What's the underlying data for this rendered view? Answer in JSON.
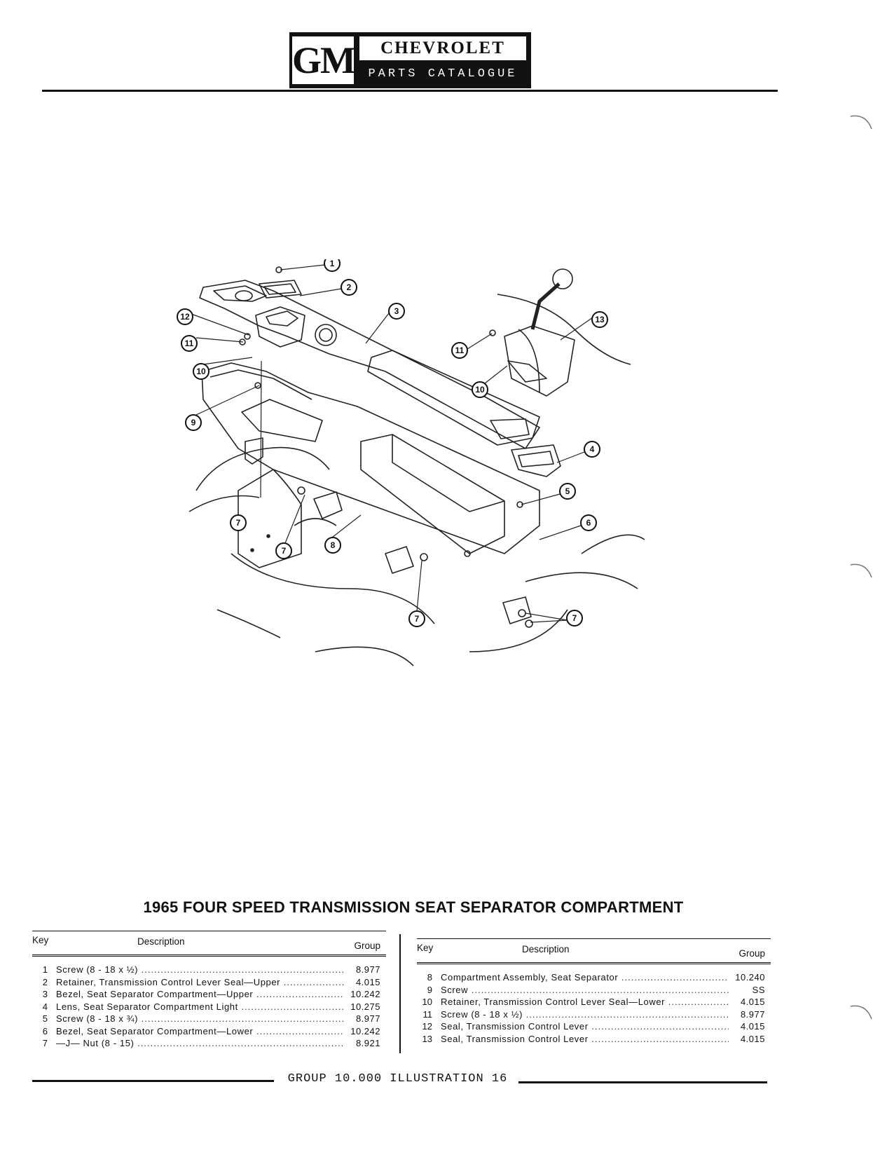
{
  "header": {
    "logo_gm": "GM",
    "brand": "CHEVROLET",
    "subtitle": "PARTS CATALOGUE"
  },
  "illustration": {
    "callouts": [
      "1",
      "2",
      "3",
      "4",
      "5",
      "6",
      "7",
      "8",
      "9",
      "10",
      "11",
      "12",
      "13"
    ]
  },
  "title": "1965 FOUR SPEED TRANSMISSION SEAT SEPARATOR COMPARTMENT",
  "table": {
    "headers": {
      "key": "Key",
      "description": "Description",
      "group": "Group"
    },
    "left_rows": [
      {
        "key": "1",
        "description": "Screw (8 - 18 x ½)",
        "group": "8.977"
      },
      {
        "key": "2",
        "description": "Retainer, Transmission Control Lever Seal—Upper",
        "group": "4.015"
      },
      {
        "key": "3",
        "description": "Bezel, Seat Separator Compartment—Upper",
        "group": "10.242"
      },
      {
        "key": "4",
        "description": "Lens, Seat Separator Compartment Light",
        "group": "10.275"
      },
      {
        "key": "5",
        "description": "Screw (8 - 18 x ¾)",
        "group": "8.977"
      },
      {
        "key": "6",
        "description": "Bezel, Seat Separator Compartment—Lower",
        "group": "10.242"
      },
      {
        "key": "7",
        "description": "—J— Nut (8 - 15)",
        "group": "8.921"
      }
    ],
    "right_rows": [
      {
        "key": "8",
        "description": "Compartment Assembly, Seat Separator",
        "group": "10.240"
      },
      {
        "key": "9",
        "description": "Screw",
        "group": "SS"
      },
      {
        "key": "10",
        "description": "Retainer, Transmission Control Lever Seal—Lower",
        "group": "4.015"
      },
      {
        "key": "11",
        "description": "Screw (8 - 18 x ½)",
        "group": "8.977"
      },
      {
        "key": "12",
        "description": "Seal, Transmission Control Lever",
        "group": "4.015"
      },
      {
        "key": "13",
        "description": "Seal, Transmission Control Lever",
        "group": "4.015"
      }
    ]
  },
  "footer": "GROUP 10.000 ILLUSTRATION 16"
}
